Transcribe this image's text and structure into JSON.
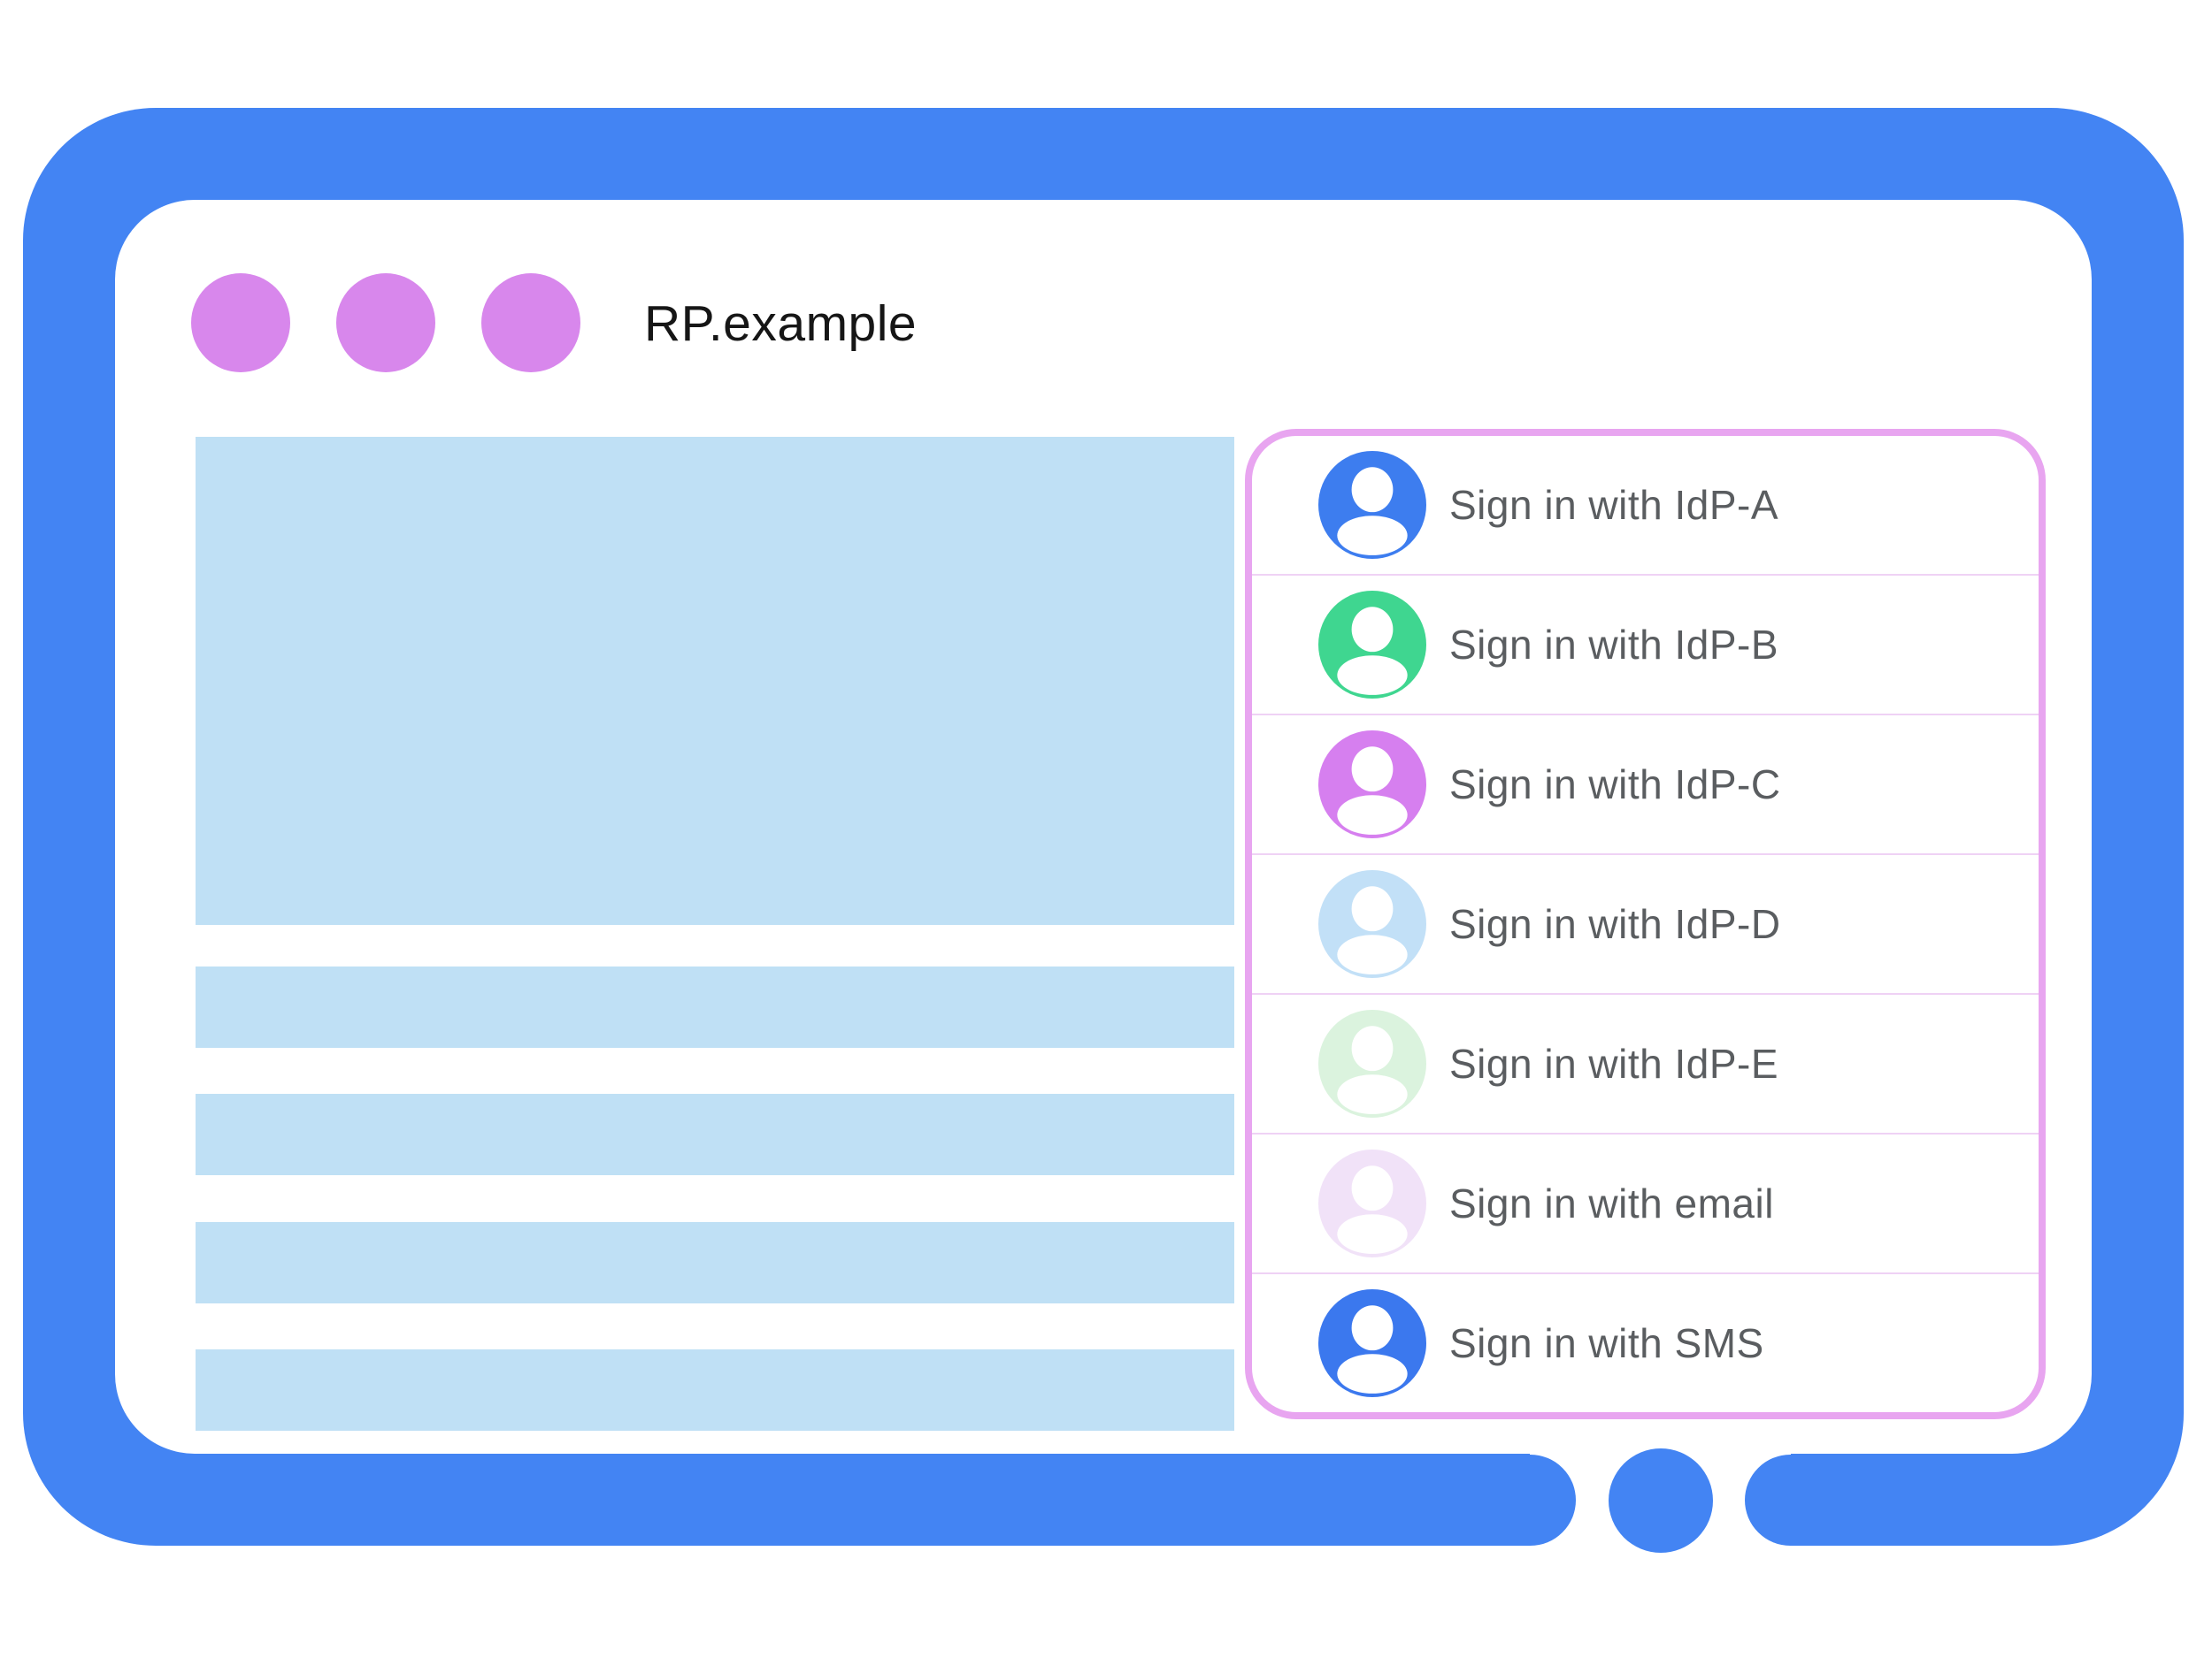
{
  "window": {
    "title": "RP.example",
    "title_color": "#161616",
    "control_dot_count": 3,
    "control_dot_color": "#D887EC",
    "frame_color": "#4384F3"
  },
  "page_content": {
    "placeholder_color": "#BFE0F5",
    "text_line_count": 4
  },
  "signin_dialog": {
    "border_color": "#E8A5F0",
    "divider_color": "#EFD2F5",
    "label_color": "#5A5D60",
    "options": [
      {
        "label": "Sign in with IdP-A",
        "avatar_color": "#3D7DEF"
      },
      {
        "label": "Sign in with IdP-B",
        "avatar_color": "#3FD690"
      },
      {
        "label": "Sign in with IdP-C",
        "avatar_color": "#D67FEF"
      },
      {
        "label": "Sign in with IdP-D",
        "avatar_color": "#C2E0F7"
      },
      {
        "label": "Sign in with IdP-E",
        "avatar_color": "#DBF3DE"
      },
      {
        "label": "Sign in with email",
        "avatar_color": "#F1E2F8"
      },
      {
        "label": "Sign in with SMS",
        "avatar_color": "#3B78EE"
      }
    ]
  },
  "device": {
    "home_button_color": "#4384F3"
  }
}
